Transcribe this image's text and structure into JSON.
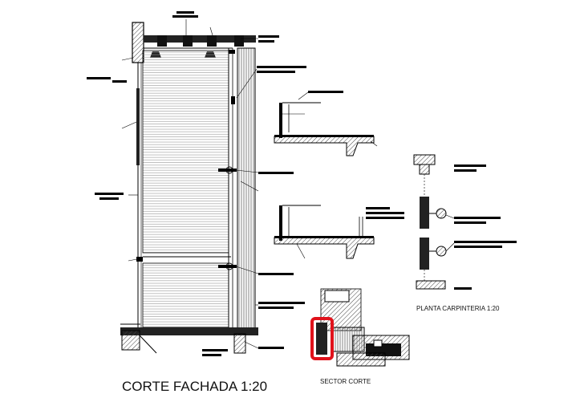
{
  "titles": {
    "main_section": "CORTE FACHADA 1:20",
    "carpentry_plan": "PLANTA CARPINTERIA 1:20",
    "sector": "SECTOR CORTE"
  },
  "colors": {
    "line": "#000000",
    "hatch": "#555555",
    "highlight": "#e0121b",
    "background": "#ffffff"
  }
}
